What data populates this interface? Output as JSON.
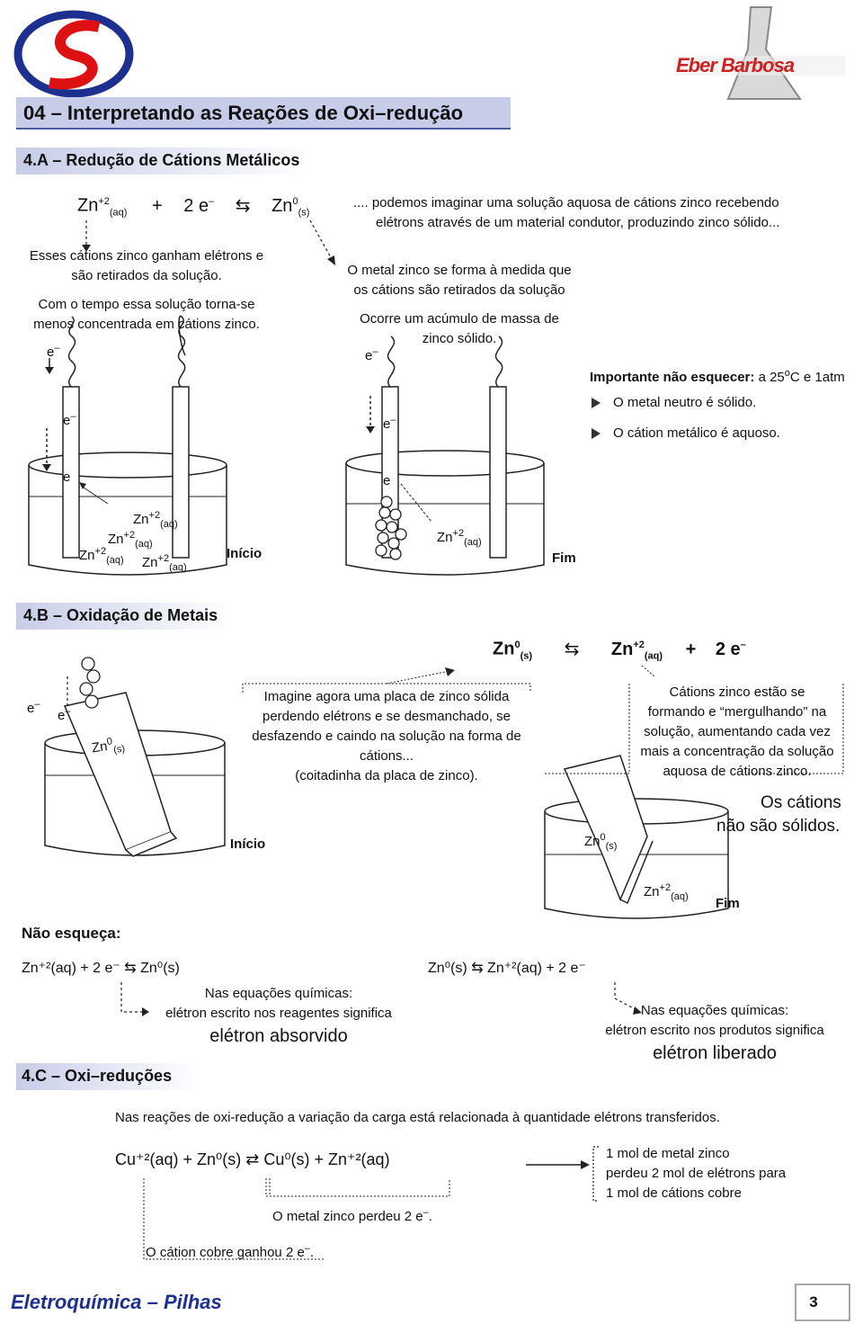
{
  "header": {
    "title": "04 – Interpretando as Reações de Oxi–redução",
    "brand": "Eber Barbosa"
  },
  "sec_a": {
    "title": "4.A – Redução de Cátions Metálicos",
    "eq_text": "Zn⁺² (aq) + 2 e⁻ ⇆ Zn⁰ (s)",
    "eq_zn": "Zn",
    "eq_zn_sup": "+2",
    "eq_aq": "(aq)",
    "eq_plus": "+",
    "eq_2e": "2 e",
    "eq_minus": "–",
    "eq_arrow": "⇆",
    "eq_zn0": "Zn",
    "eq_zn0_sup": "0",
    "eq_s": "(s)",
    "desc_line1": ".... podemos imaginar uma solução aquosa de cátions zinco recebendo",
    "desc_line2": "elétrons  através de um material condutor, produzindo zinco sólido...",
    "left_l1": "Esses cátions zinco ganham elétrons e",
    "left_l2": "são retirados da solução.",
    "left_l3": "Com o tempo essa solução torna-se",
    "left_l4": "menos concentrada em cátions zinco.",
    "mid_l1": "O metal zinco se forma à medida que",
    "mid_l2": "os cátions são retirados da solução",
    "mid_l3": "Ocorre um acúmulo de massa de",
    "mid_l4": "zinco sólido.",
    "imp_title": "Importante não esquecer:",
    "imp_cond": "a 25",
    "imp_deg": "o",
    "imp_cond2": "C e 1atm",
    "imp_b1": "O metal neutro é sólido.",
    "imp_b2": "O cátion metálico é aquoso.",
    "e_label": "e",
    "inicio": "Início",
    "fim": "Fim"
  },
  "sec_b": {
    "title": "4.B – Oxidação de Metais",
    "eq_zn0": "Zn",
    "eq_zn0_sup": "0",
    "eq_s": "(s)",
    "eq_arrow": "⇆",
    "eq_zn": "Zn",
    "eq_zn_sup": "+2",
    "eq_aq": "(aq)",
    "eq_plus": "+",
    "eq_2e": "2 e",
    "mid_l1": "Imagine agora uma placa de zinco sólida",
    "mid_l2": "perdendo elétrons e se desmanchado, se",
    "mid_l3": "desfazendo e caindo na solução na forma de",
    "mid_l4": "cátions...",
    "mid_l5": "(coitadinha da placa de zinco).",
    "right_l1": "Cátions zinco estão se",
    "right_l2": "formando e “mergulhando” na",
    "right_l3": "solução, aumentando cada vez",
    "right_l4": "mais a concentração da solução",
    "right_l5": "aquosa de cátions zinco.",
    "note_l1": "Os cátions",
    "note_l2": "não são sólidos.",
    "inicio": "Início",
    "fim": "Fim"
  },
  "reminder": {
    "title": "Não esqueça:",
    "left_eq": "Zn⁺²(aq) + 2 e⁻ ⇆ Zn⁰(s)",
    "left_l1": "Nas equações químicas:",
    "left_l2": "elétron escrito nos reagentes significa",
    "left_l3": "elétron absorvido",
    "right_eq": "Zn⁰(s) ⇆ Zn⁺²(aq) + 2 e⁻",
    "right_l1": "Nas equações químicas:",
    "right_l2": "elétron escrito nos produtos significa",
    "right_l3": "elétron liberado"
  },
  "sec_c": {
    "title": "4.C – Oxi–reduções",
    "intro": "Nas reações de oxi-redução a variação da carga está relacionada à quantidade elétrons transferidos.",
    "eq_text": "Cu⁺²(aq) + Zn⁰(s) ⇄ Cu⁰(s) + Zn⁺²(aq)",
    "box_l1": "1 mol de metal zinco",
    "box_l2": "perdeu  2 mol de elétrons para",
    "box_l3": "1 mol de cátions cobre",
    "note1": "O metal zinco perdeu 2 e",
    "note2": "O cátion cobre ganhou 2 e"
  },
  "footer": {
    "title": "Eletroquímica – Pilhas",
    "page": "3"
  }
}
